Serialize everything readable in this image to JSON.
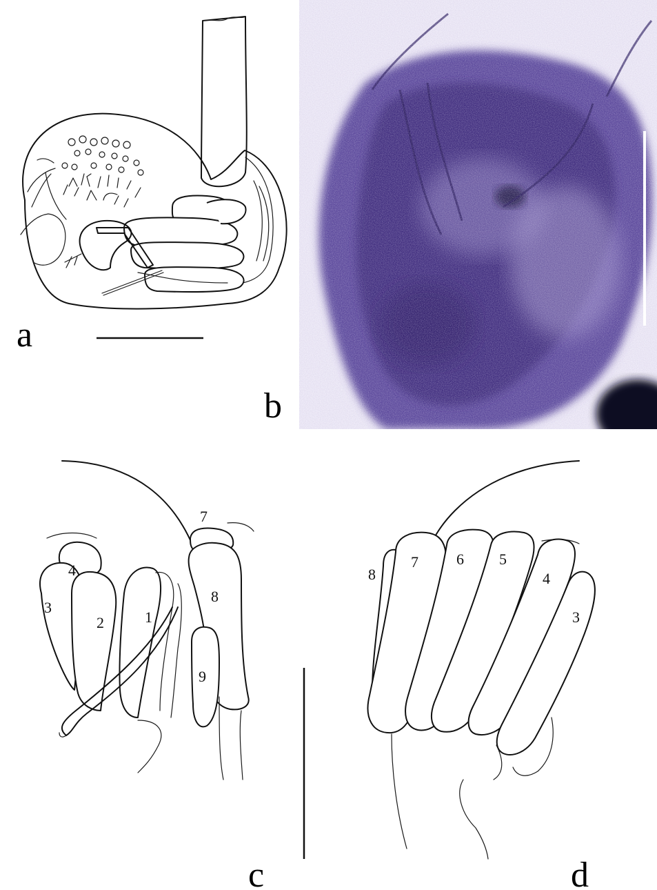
{
  "panels": {
    "a": {
      "letter": "a"
    },
    "b": {
      "letter": "b"
    },
    "c": {
      "letter": "c",
      "numbers": {
        "n1": "1",
        "n2": "2",
        "n3": "3",
        "n4": "4",
        "n7": "7",
        "n8": "8",
        "n9": "9"
      }
    },
    "d": {
      "letter": "d",
      "numbers": {
        "n3": "3",
        "n4": "4",
        "n5": "5",
        "n6": "6",
        "n7": "7",
        "n8": "8"
      }
    }
  },
  "colors": {
    "line": "#111111",
    "stain_dark": "#3d2a7a",
    "stain_mid": "#6a55a8",
    "stain_bg": "#d9d3ea",
    "scale_bar_photo": "#ffffff"
  }
}
